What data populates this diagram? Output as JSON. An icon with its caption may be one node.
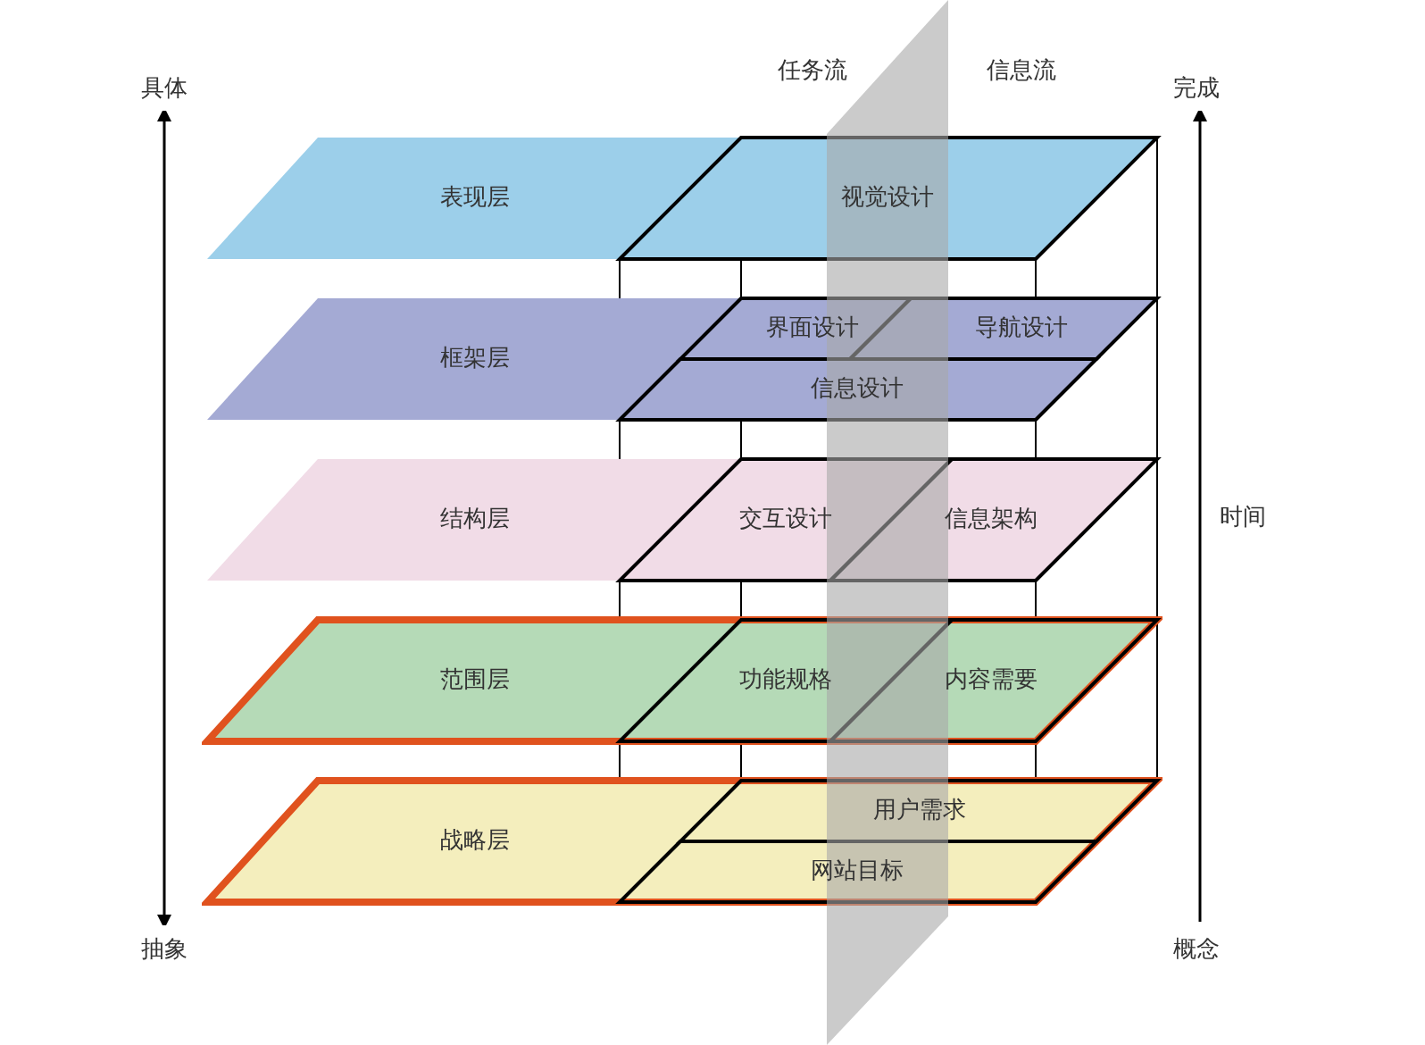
{
  "diagram": {
    "nodes": [
      {
        "text": [
          "表现层"
        ]
      },
      {
        "text": [
          "视觉设计"
        ],
        "in": 0
      },
      {
        "text": [
          "框架层"
        ]
      },
      {
        "text": [
          "界面设计"
        ],
        "in": 2
      },
      {
        "text": [
          "导航设计"
        ],
        "in": 2
      },
      {
        "text": [
          "信息设计"
        ],
        "in": 2
      },
      {
        "text": [
          "结构层"
        ]
      },
      {
        "text": [
          "交互设计"
        ],
        "in": 6
      },
      {
        "text": [
          "信息架构"
        ],
        "in": 6
      },
      {
        "text": [
          "范围层"
        ]
      },
      {
        "text": [
          "功能规格"
        ],
        "in": 9
      },
      {
        "text": [
          "内容需要"
        ],
        "in": 9
      },
      {
        "text": [
          "战略层"
        ]
      },
      {
        "text": [
          "用户需求"
        ],
        "in": 12
      },
      {
        "text": [
          "网站目标"
        ],
        "in": 12
      }
    ],
    "labels": [
      "任务流",
      "信息流",
      "具体",
      "完成",
      "时间",
      "抽象",
      "概念"
    ]
  }
}
